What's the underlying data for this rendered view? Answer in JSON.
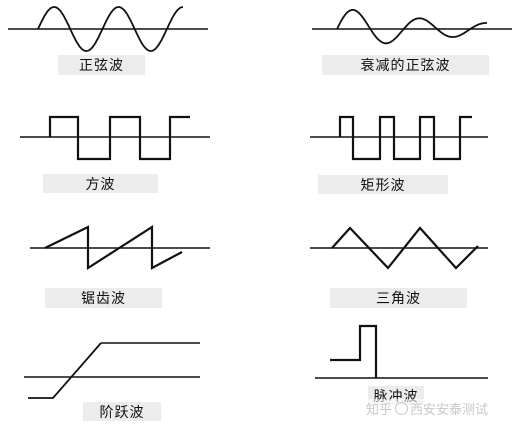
{
  "panels": {
    "sine": {
      "label": "正弦波"
    },
    "damped_sine": {
      "label": "衰减的正弦波"
    },
    "square": {
      "label": "方波"
    },
    "rectangular": {
      "label": "矩形波"
    },
    "sawtooth": {
      "label": "锯齿波"
    },
    "triangle": {
      "label": "三角波"
    },
    "step": {
      "label": "阶跃波"
    },
    "pulse": {
      "label": "脉冲波"
    }
  },
  "watermark": {
    "prefix": "知乎",
    "name": "西安安泰测试"
  },
  "colors": {
    "stroke": "#111111",
    "label_bg": "#ececec",
    "watermark": "#c8c8c8"
  }
}
